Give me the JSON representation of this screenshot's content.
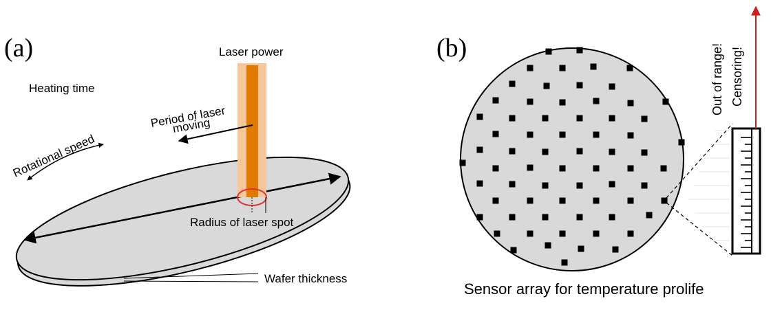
{
  "panel_a": {
    "label": "(a)",
    "laser_power": "Laser power",
    "heating_time": "Heating time",
    "period_line1": "Period of laser",
    "period_line2": "moving",
    "rotational_speed": "Rotational speed",
    "radius_spot": "Radius of laser spot",
    "wafer_thickness": "Wafer thickness"
  },
  "panel_b": {
    "label": "(b)",
    "out_of_range": "Out of range!",
    "censoring": "Censoring!",
    "caption": "Sensor array for temperature prolife"
  },
  "colors": {
    "wafer_fill": "#d9d9d9",
    "laser_core": "#e07b00",
    "laser_halo": "#f5c79a",
    "spot_outline": "#e03030",
    "arrow_red": "#cc1f1f"
  }
}
